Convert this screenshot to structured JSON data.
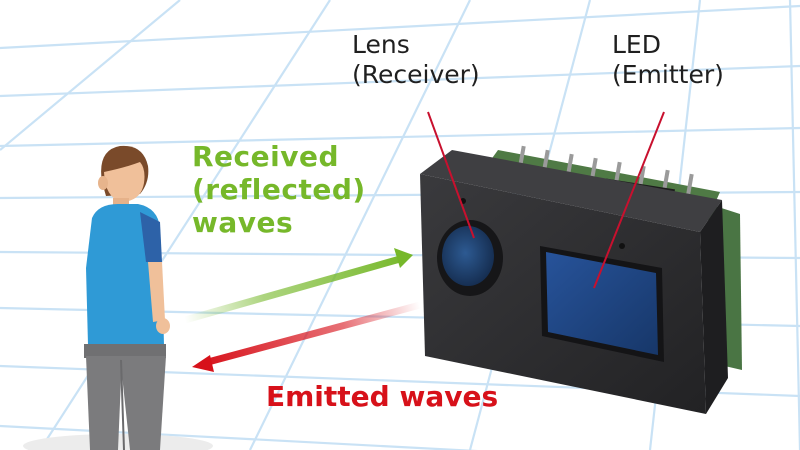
{
  "labels": {
    "lens": [
      "Lens",
      "(Receiver)"
    ],
    "led": [
      "LED",
      "(Emitter)"
    ],
    "received": [
      "Received",
      "(reflected)",
      "waves"
    ],
    "emitted": "Emitted waves"
  },
  "colors": {
    "grid": "#c9e2f5",
    "received": "#76b82a",
    "emitted": "#d7111a",
    "leader": "#c8102e",
    "sensor_body": "#2d2d2f",
    "lens_glass": "#1f3d6a",
    "led_window": "#1d3f78",
    "shirt": "#2f9ad6",
    "pants": "#7b7b7d"
  }
}
